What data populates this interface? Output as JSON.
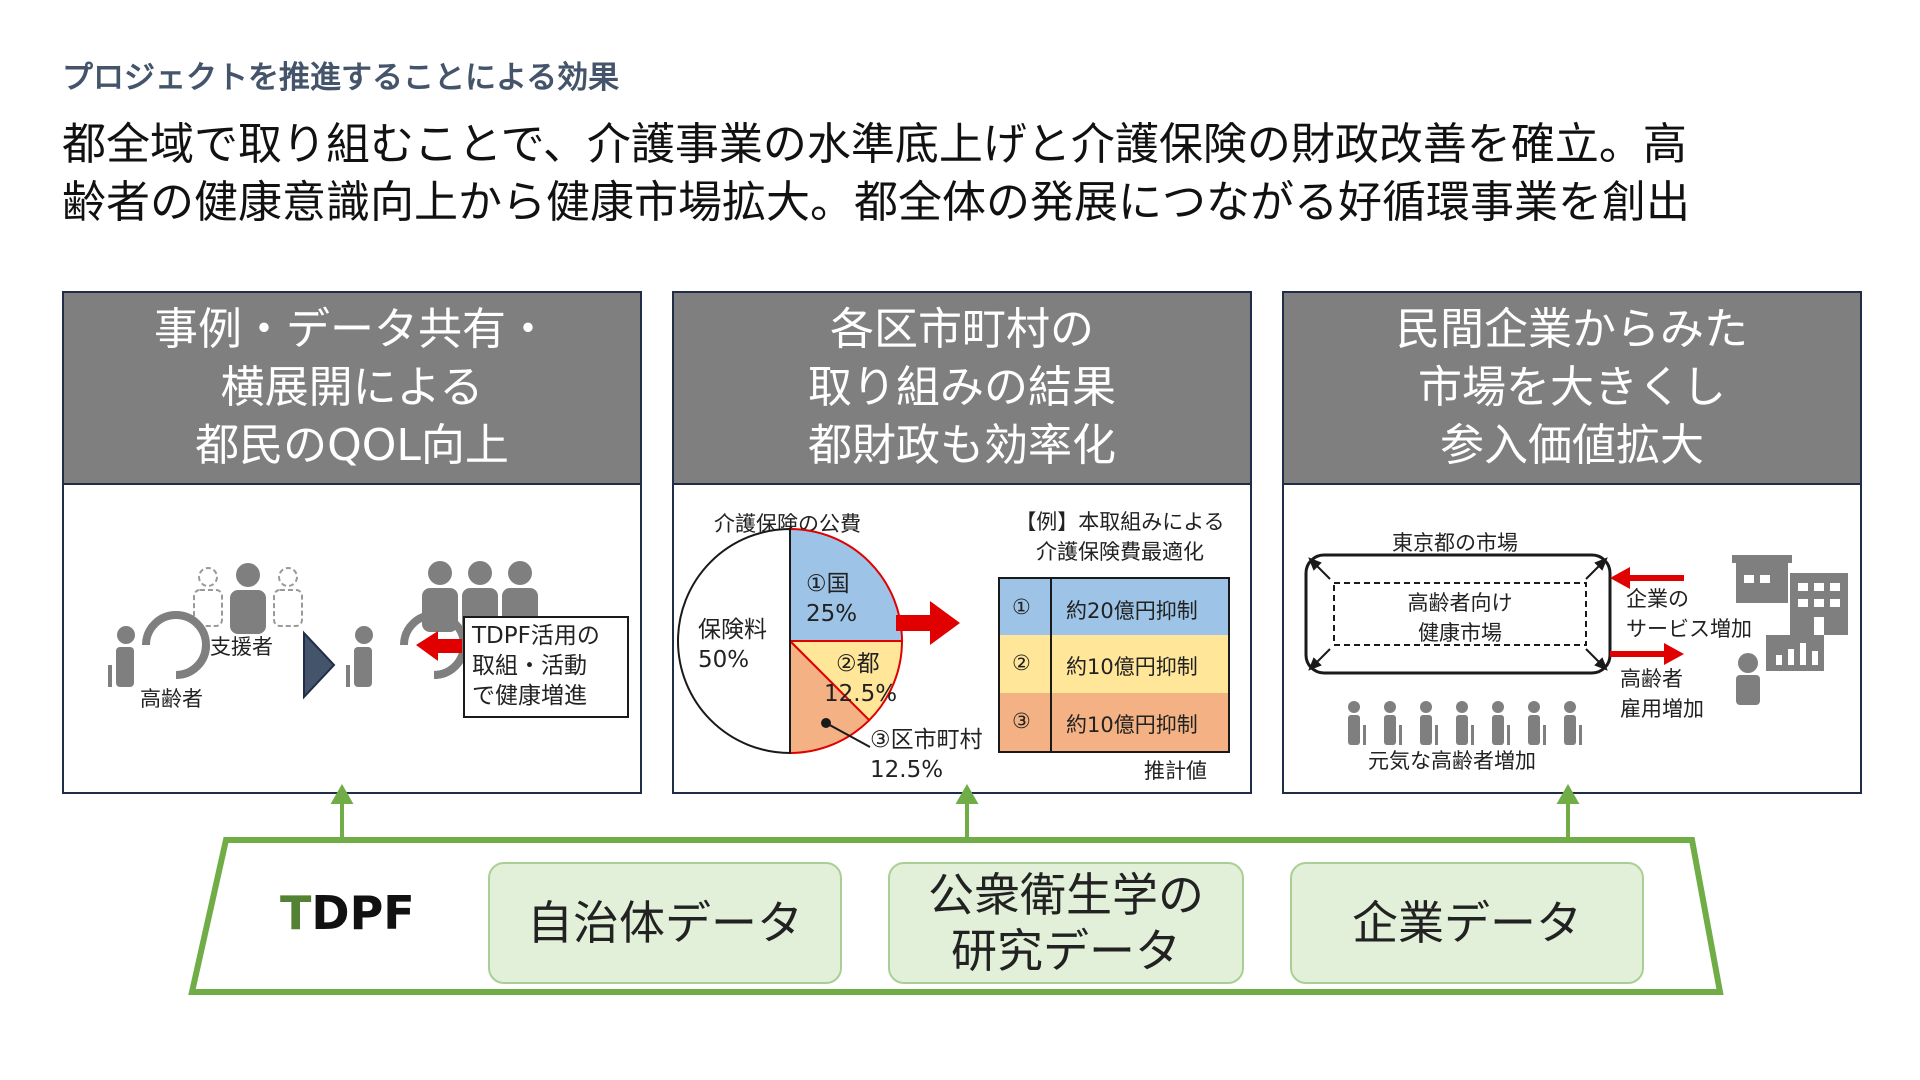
{
  "subtitle": "プロジェクトを推進することによる効果",
  "headline": {
    "line1": "都全域で取り組むことで、介護事業の水準底上げと介護保険の財政改善を確立。高",
    "line2": "齢者の健康意識向上から健康市場拡大。都全体の発展につながる好循環事業を創出"
  },
  "panels": [
    {
      "title_lines": [
        "事例・データ共有・",
        "横展開による",
        "都民のQOL向上"
      ],
      "labels": {
        "supporter": "支援者",
        "elderly": "高齢者",
        "callout": [
          "TDPF活用の",
          "取組・活動",
          "で健康増進"
        ]
      }
    },
    {
      "title_lines": [
        "各区市町村の",
        "取り組みの結果",
        "都財政も効率化"
      ],
      "pie_title": "介護保険の公費",
      "table_title": [
        "【例】本取組みによる",
        "介護保険費最適化"
      ],
      "rows": [
        {
          "num": "①",
          "text": "約20億円抑制",
          "color": "#9dc3e6"
        },
        {
          "num": "②",
          "text": "約10億円抑制",
          "color": "#ffe699"
        },
        {
          "num": "③",
          "text": "約10億円抑制",
          "color": "#f4b183"
        }
      ],
      "note": "推計値"
    },
    {
      "title_lines": [
        "民間企業からみた",
        "市場を大きくし",
        "参入価値拡大"
      ],
      "market_label": "東京都の市場",
      "inner_market": [
        "高齢者向け",
        "健康市場"
      ],
      "company_service": [
        "企業の",
        "サービス増加"
      ],
      "elderly_employment": [
        "高齢者",
        "雇用増加"
      ],
      "healthy_elderly": "元気な高齢者増加"
    }
  ],
  "chart_data": {
    "type": "pie",
    "title": "介護保険の公費",
    "slices": [
      {
        "label": "保険料",
        "value": 50,
        "display": "50%",
        "color": "#ffffff"
      },
      {
        "label": "①国",
        "value": 25,
        "display": "25%",
        "color": "#9dc3e6"
      },
      {
        "label": "②都",
        "value": 12.5,
        "display": "12.5%",
        "color": "#ffe699"
      },
      {
        "label": "③区市町村",
        "value": 12.5,
        "display": "12.5%",
        "color": "#f4b183"
      }
    ]
  },
  "platform": {
    "name_t": "T",
    "name_rest": "DPF",
    "boxes": [
      {
        "lines": [
          "自治体データ"
        ]
      },
      {
        "lines": [
          "公衆衛生学の",
          "研究データ"
        ]
      },
      {
        "lines": [
          "企業データ"
        ]
      }
    ]
  },
  "colors": {
    "header_gray": "#7f7f7f",
    "platform_green": "#70ad47",
    "data_box_fill": "#e2f0d9",
    "arrow_red": "#e00000",
    "subtitle_blue": "#44546a"
  }
}
